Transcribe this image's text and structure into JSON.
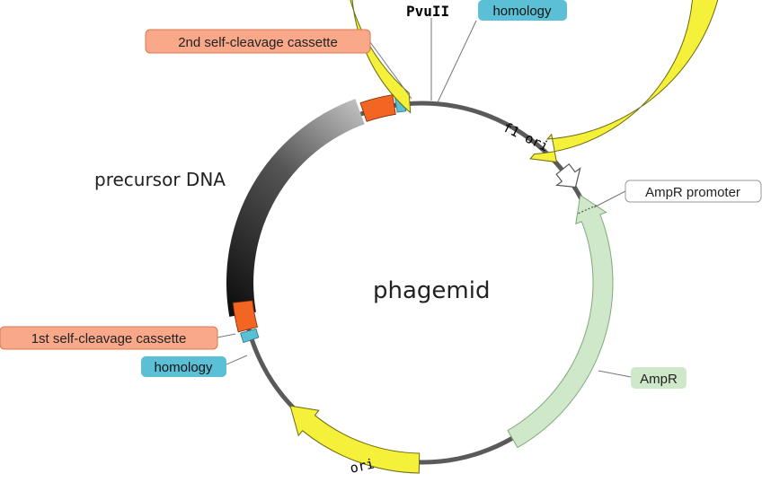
{
  "title": "phagemid",
  "colors": {
    "backbone": "#555555",
    "cassette": "#f26522",
    "homology": "#5bc0d6",
    "ori": "#f5f03a",
    "ampr": "#cfe8c9",
    "label_cassette_bg": "#f9a88a",
    "label_homology_bg": "#5bc0d6",
    "label_ampr_bg": "#cfe8c9"
  },
  "features": {
    "precursor": {
      "label": "precursor DNA"
    },
    "cassette2": {
      "label": "2nd self-cleavage cassette"
    },
    "pvuii": {
      "label": "PvuII"
    },
    "homology_top": {
      "label": "homology"
    },
    "f1ori": {
      "label": "f1 ori"
    },
    "ampr_promoter": {
      "label": "AmpR promoter"
    },
    "ampr": {
      "label": "AmpR"
    },
    "ori": {
      "label": "ori"
    },
    "cassette1": {
      "label": "1st self-cleavage cassette"
    },
    "homology_bottom": {
      "label": "homology"
    }
  }
}
